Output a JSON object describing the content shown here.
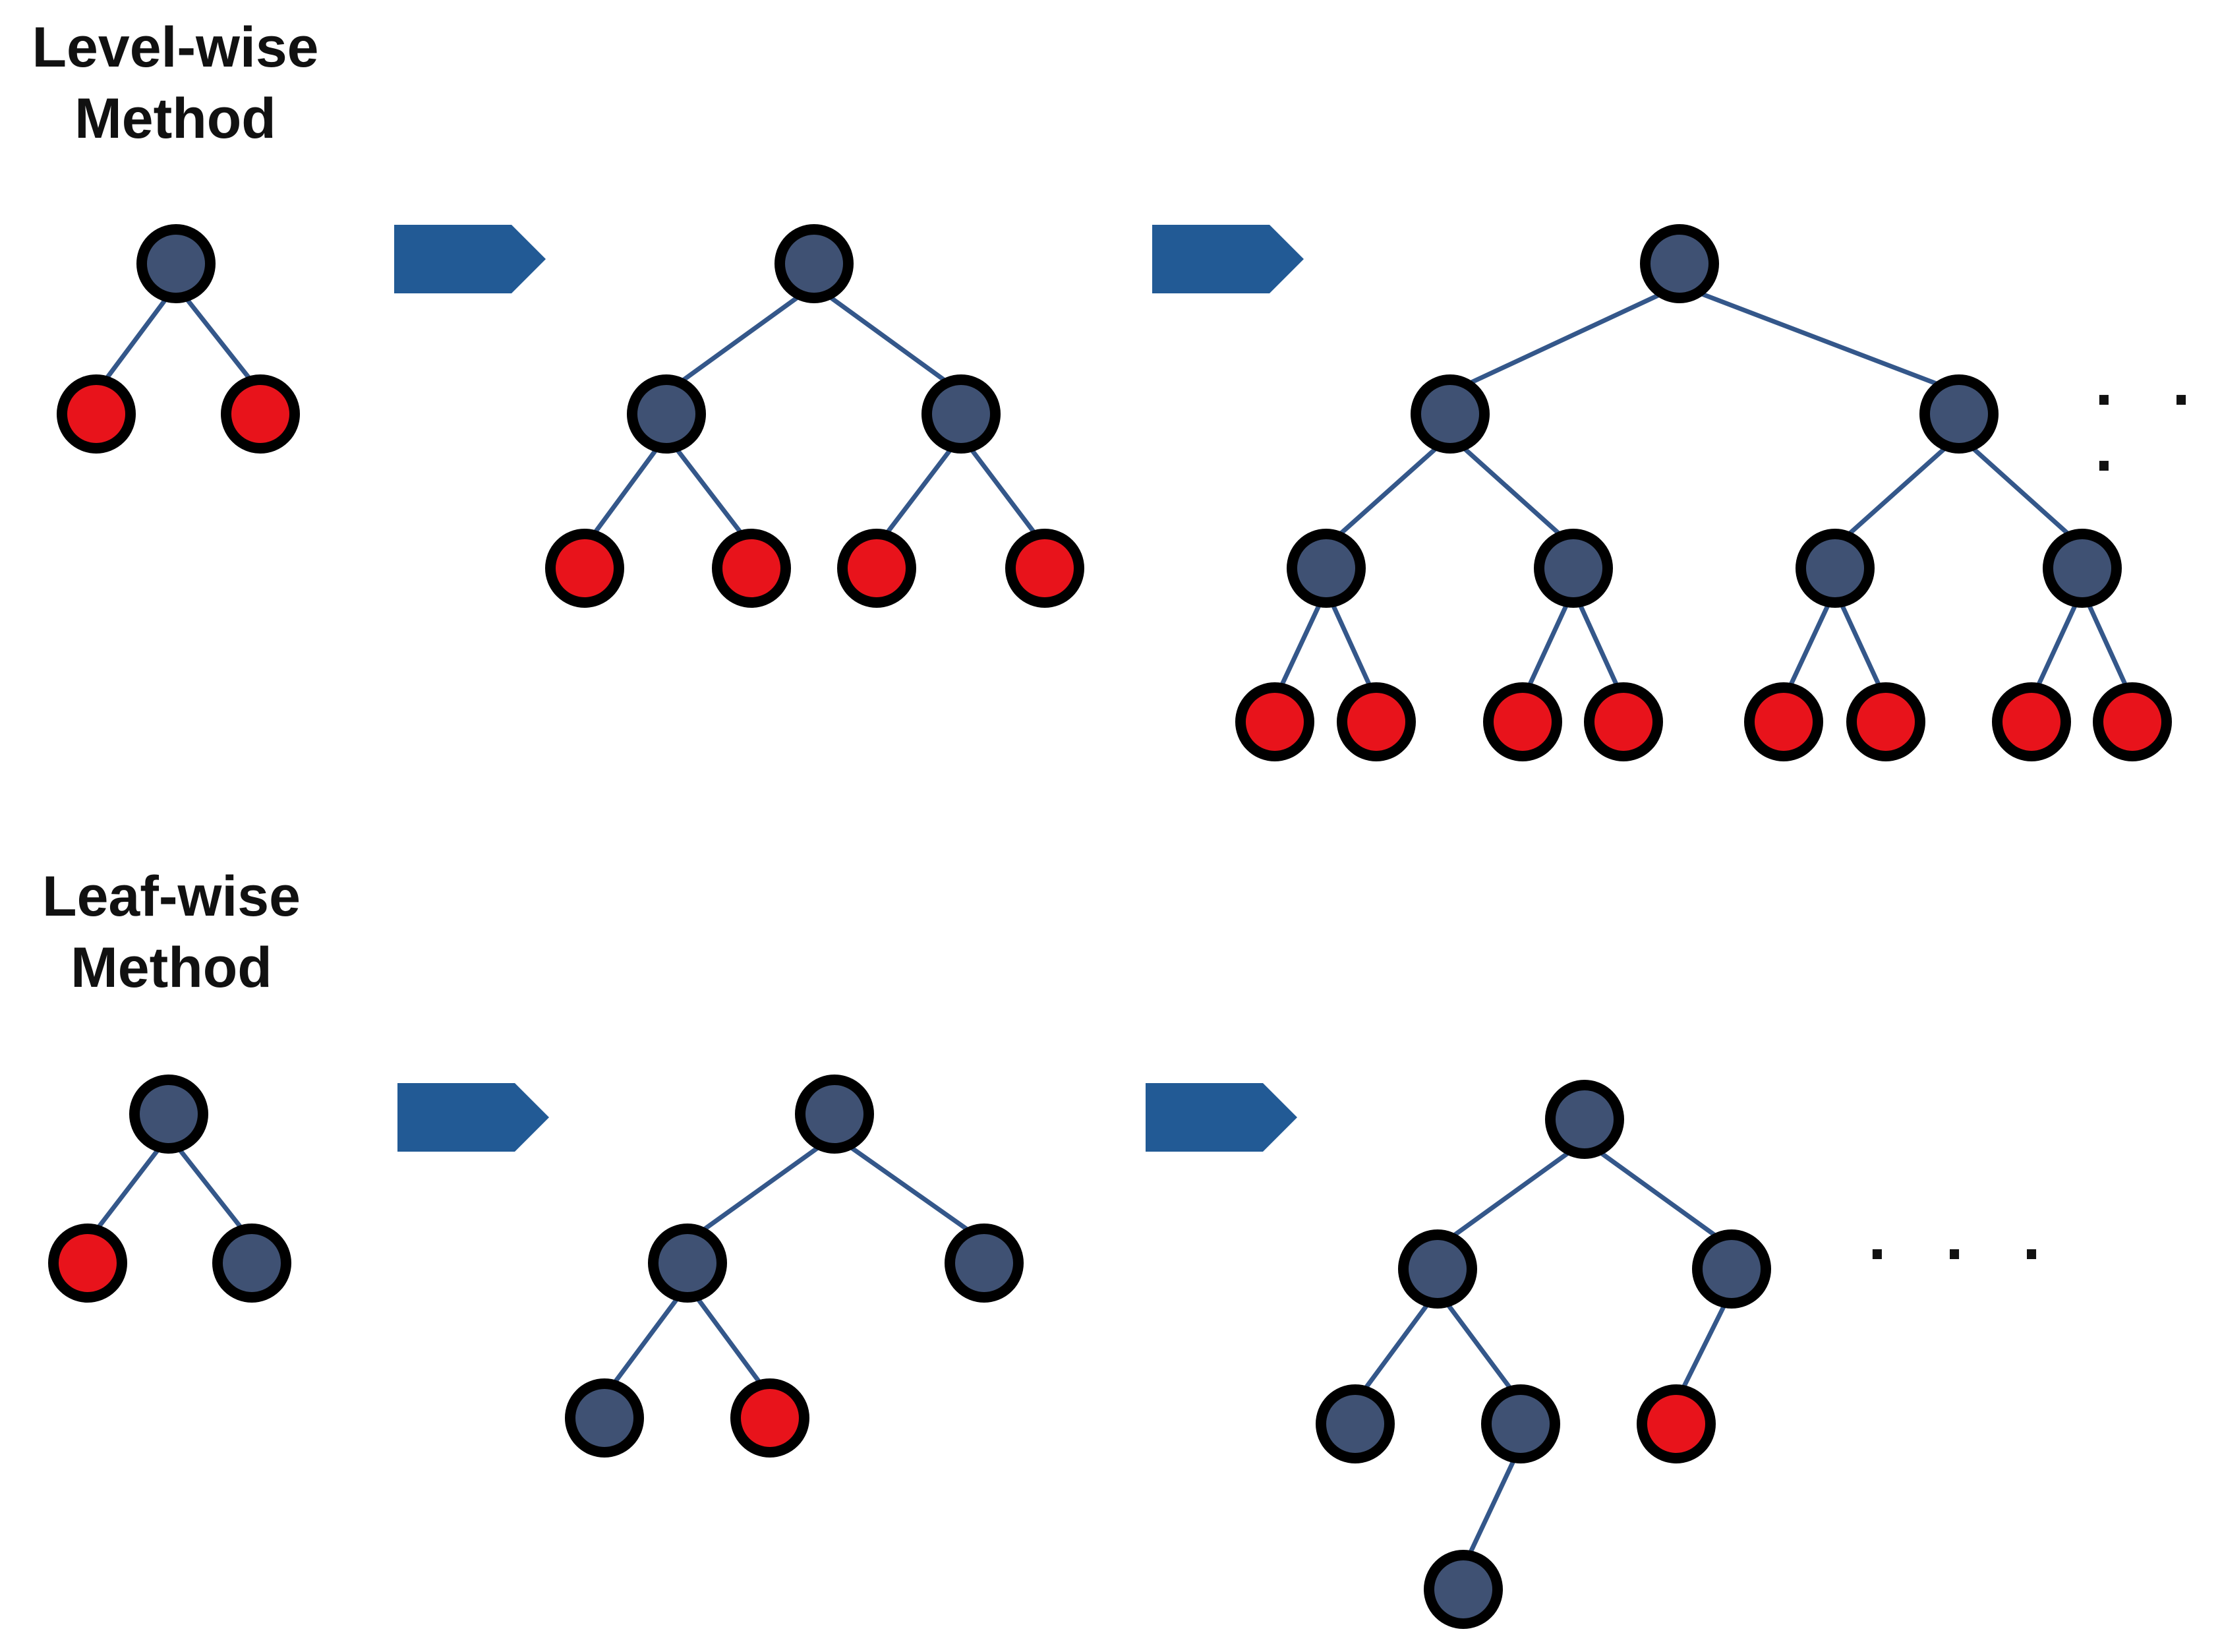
{
  "level_wise": {
    "title_line1": "Level-wise",
    "title_line2": "Method",
    "ellipsis": "· · ·"
  },
  "leaf_wise": {
    "title_line1": "Leaf-wise",
    "title_line2": "Method",
    "ellipsis": "· · ·"
  },
  "colors": {
    "internal_node": "#3f5173",
    "leaf_node": "#e8131b",
    "node_border": "#000000",
    "edge": "#34578a",
    "arrow": "#225a95"
  },
  "trees": [
    {
      "id": "level-wise-step-1",
      "section": "level-wise",
      "nodes": [
        {
          "id": "a",
          "type": "internal"
        },
        {
          "id": "b",
          "type": "leaf"
        },
        {
          "id": "c",
          "type": "leaf"
        }
      ],
      "edges": [
        [
          "a",
          "b"
        ],
        [
          "a",
          "c"
        ]
      ]
    },
    {
      "id": "level-wise-step-2",
      "section": "level-wise",
      "nodes": [
        {
          "id": "a",
          "type": "internal"
        },
        {
          "id": "b",
          "type": "internal"
        },
        {
          "id": "c",
          "type": "internal"
        },
        {
          "id": "d",
          "type": "leaf"
        },
        {
          "id": "e",
          "type": "leaf"
        },
        {
          "id": "f",
          "type": "leaf"
        },
        {
          "id": "g",
          "type": "leaf"
        }
      ],
      "edges": [
        [
          "a",
          "b"
        ],
        [
          "a",
          "c"
        ],
        [
          "b",
          "d"
        ],
        [
          "b",
          "e"
        ],
        [
          "c",
          "f"
        ],
        [
          "c",
          "g"
        ]
      ]
    },
    {
      "id": "level-wise-step-3",
      "section": "level-wise",
      "nodes": [
        {
          "id": "a",
          "type": "internal"
        },
        {
          "id": "b",
          "type": "internal"
        },
        {
          "id": "c",
          "type": "internal"
        },
        {
          "id": "d",
          "type": "internal"
        },
        {
          "id": "e",
          "type": "internal"
        },
        {
          "id": "f",
          "type": "internal"
        },
        {
          "id": "g",
          "type": "internal"
        },
        {
          "id": "h1",
          "type": "leaf"
        },
        {
          "id": "h2",
          "type": "leaf"
        },
        {
          "id": "h3",
          "type": "leaf"
        },
        {
          "id": "h4",
          "type": "leaf"
        },
        {
          "id": "h5",
          "type": "leaf"
        },
        {
          "id": "h6",
          "type": "leaf"
        },
        {
          "id": "h7",
          "type": "leaf"
        },
        {
          "id": "h8",
          "type": "leaf"
        }
      ],
      "edges": [
        [
          "a",
          "b"
        ],
        [
          "a",
          "c"
        ],
        [
          "b",
          "d"
        ],
        [
          "b",
          "e"
        ],
        [
          "c",
          "f"
        ],
        [
          "c",
          "g"
        ],
        [
          "d",
          "h1"
        ],
        [
          "d",
          "h2"
        ],
        [
          "e",
          "h3"
        ],
        [
          "e",
          "h4"
        ],
        [
          "f",
          "h5"
        ],
        [
          "f",
          "h6"
        ],
        [
          "g",
          "h7"
        ],
        [
          "g",
          "h8"
        ]
      ]
    },
    {
      "id": "leaf-wise-step-1",
      "section": "leaf-wise",
      "nodes": [
        {
          "id": "a",
          "type": "internal"
        },
        {
          "id": "b",
          "type": "leaf"
        },
        {
          "id": "c",
          "type": "internal"
        }
      ],
      "edges": [
        [
          "a",
          "b"
        ],
        [
          "a",
          "c"
        ]
      ]
    },
    {
      "id": "leaf-wise-step-2",
      "section": "leaf-wise",
      "nodes": [
        {
          "id": "a",
          "type": "internal"
        },
        {
          "id": "b",
          "type": "internal"
        },
        {
          "id": "c",
          "type": "internal"
        },
        {
          "id": "d",
          "type": "internal"
        },
        {
          "id": "e",
          "type": "leaf"
        }
      ],
      "edges": [
        [
          "a",
          "b"
        ],
        [
          "a",
          "c"
        ],
        [
          "b",
          "d"
        ],
        [
          "b",
          "e"
        ]
      ]
    },
    {
      "id": "leaf-wise-step-3",
      "section": "leaf-wise",
      "nodes": [
        {
          "id": "a",
          "type": "internal"
        },
        {
          "id": "b",
          "type": "internal"
        },
        {
          "id": "c",
          "type": "internal"
        },
        {
          "id": "d",
          "type": "internal"
        },
        {
          "id": "e",
          "type": "internal"
        },
        {
          "id": "f",
          "type": "leaf"
        },
        {
          "id": "g",
          "type": "internal"
        }
      ],
      "edges": [
        [
          "a",
          "b"
        ],
        [
          "a",
          "c"
        ],
        [
          "b",
          "d"
        ],
        [
          "b",
          "e"
        ],
        [
          "c",
          "f"
        ],
        [
          "e",
          "g"
        ]
      ]
    }
  ],
  "arrows": [
    {
      "id": "level-wise-arrow-1",
      "section": "level-wise"
    },
    {
      "id": "level-wise-arrow-2",
      "section": "level-wise"
    },
    {
      "id": "leaf-wise-arrow-1",
      "section": "leaf-wise"
    },
    {
      "id": "leaf-wise-arrow-2",
      "section": "leaf-wise"
    }
  ]
}
